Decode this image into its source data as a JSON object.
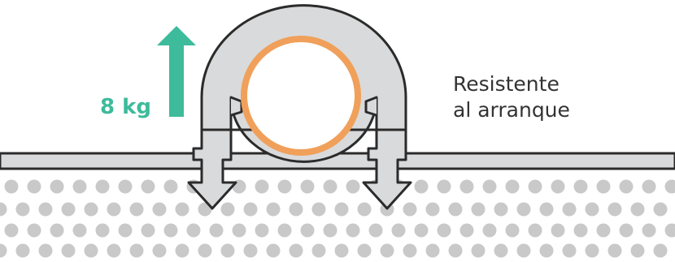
{
  "weight_label": "8 kg",
  "caption": {
    "line1": "Resistente",
    "line2": "al arranque"
  },
  "colors": {
    "accent_teal": "#3dbb9b",
    "pipe_orange": "#f0a05a",
    "clip_fill": "#d9dadb",
    "clip_stroke": "#2b2b2b",
    "surface_dots": "#c9c9c9",
    "caption_text": "#333333"
  },
  "icons": {
    "arrow": "up-arrow-icon",
    "clip": "pipe-clip-icon",
    "pipe": "pipe-icon"
  }
}
